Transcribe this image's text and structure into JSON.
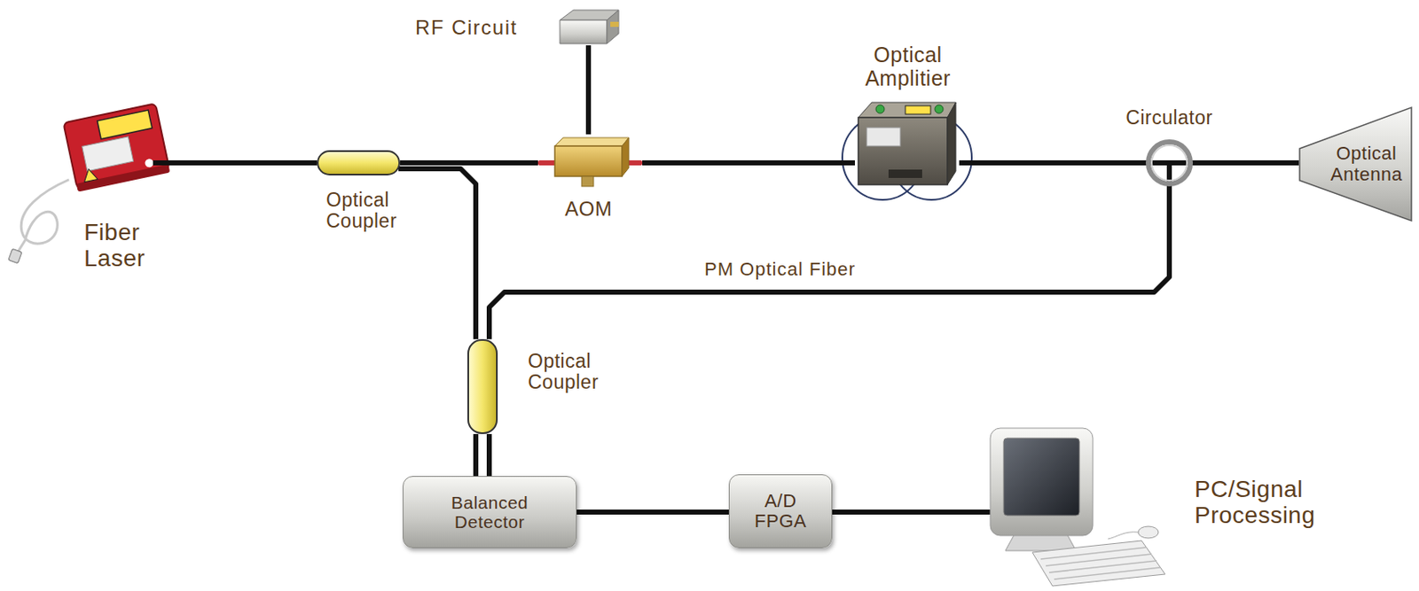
{
  "diagram": {
    "nodes": [
      {
        "text": [
          "Fiber Laser"
        ]
      },
      {
        "text": [
          "Optical Coupler"
        ]
      },
      {
        "text": [
          "RF Circuit"
        ]
      },
      {
        "text": [
          "AOM"
        ]
      },
      {
        "text": [
          "Optical Amplitier"
        ]
      },
      {
        "text": [
          "Circulator"
        ]
      },
      {
        "text": [
          "Optical Antenna"
        ]
      },
      {
        "text": [
          "Optical Coupler"
        ]
      },
      {
        "text": [
          "Balanced Detector"
        ]
      },
      {
        "text": [
          "A/D FPGA"
        ]
      },
      {
        "text": [
          "PC/Signal Processing"
        ]
      }
    ],
    "edges": [
      {
        "from": 0,
        "to": 1,
        "arrow": "none"
      },
      {
        "from": 1,
        "to": 3,
        "arrow": "none"
      },
      {
        "from": 2,
        "to": 3,
        "arrow": "none"
      },
      {
        "from": 3,
        "to": 4,
        "arrow": "none"
      },
      {
        "from": 4,
        "to": 5,
        "arrow": "none"
      },
      {
        "from": 5,
        "to": 6,
        "arrow": "none"
      },
      {
        "from": 1,
        "to": 7,
        "arrow": "none"
      },
      {
        "from": 5,
        "to": 7,
        "label": "PM Optical Fiber",
        "arrow": "none"
      },
      {
        "from": 7,
        "to": 8,
        "arrow": "none"
      },
      {
        "from": 8,
        "to": 9,
        "arrow": "none"
      },
      {
        "from": 9,
        "to": 10,
        "arrow": "none"
      }
    ]
  }
}
